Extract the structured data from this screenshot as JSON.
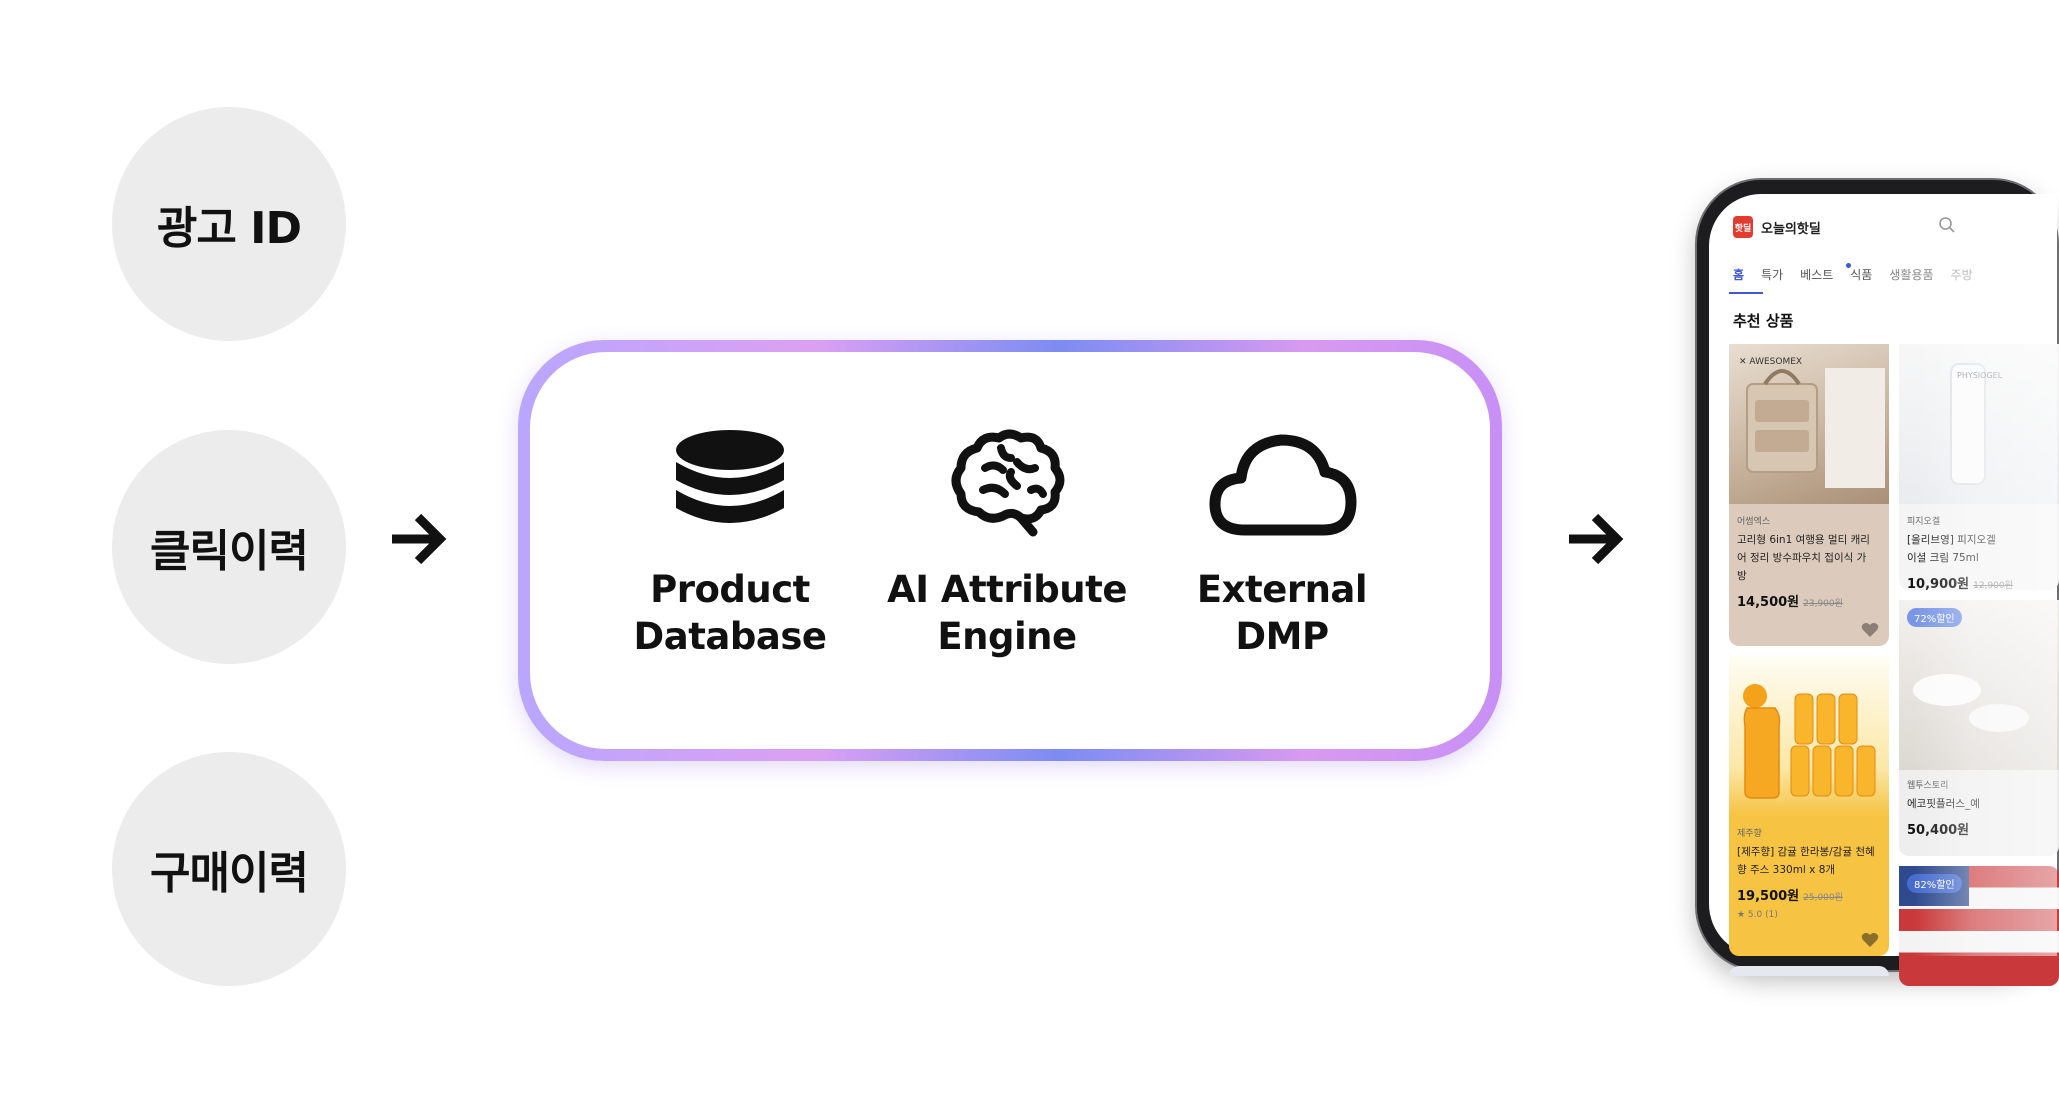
{
  "inputs": [
    {
      "label": "광고 ID"
    },
    {
      "label": "클릭이력"
    },
    {
      "label": "구매이력"
    }
  ],
  "engines": [
    {
      "icon": "database-icon",
      "line1": "Product",
      "line2": "Database"
    },
    {
      "icon": "brain-icon",
      "line1": "AI Attribute",
      "line2": "Engine"
    },
    {
      "icon": "cloud-icon",
      "line1": "External",
      "line2": "DMP"
    }
  ],
  "panel_gradient": [
    "#b9a6ff",
    "#dca0f2",
    "#7c8cf2",
    "#d89af0",
    "#c790f5"
  ],
  "phone": {
    "logo_text": "핫딜",
    "app_name": "오늘의핫딜",
    "tabs": [
      "홈",
      "특가",
      "베스트",
      "식품",
      "생활용품",
      "주방"
    ],
    "active_tab": "홈",
    "accent": "#3f57d8",
    "section_title": "추천 상품",
    "products": [
      {
        "brand": "어썸엑스",
        "name_line1": "고리형 6in1 여행용 멀티 캐리",
        "name_line2": "어 정리 방수파우치 접이식 가",
        "name_line3": "방",
        "price": "14,500원",
        "old_price": "23,900원"
      },
      {
        "brand": "피지오겔",
        "name_line1": "[올리브영] 피지오겔",
        "name_line2": "이셜 크림 75ml",
        "price": "10,900원",
        "old_price": "12,900원"
      },
      {
        "brand": "제주향",
        "name_line1": "[제주향] 감귤 한라봉/감귤 천혜",
        "name_line2": "향 주스 330ml x 8개",
        "price": "19,500원",
        "old_price": "25,000원",
        "rating": "★ 5.0 (1)"
      },
      {
        "badge": "72%할인",
        "brand": "웹투스토리",
        "name_line1": "에코핏플러스_예",
        "price": "50,400원"
      },
      {
        "badge": "82%할인"
      }
    ]
  }
}
